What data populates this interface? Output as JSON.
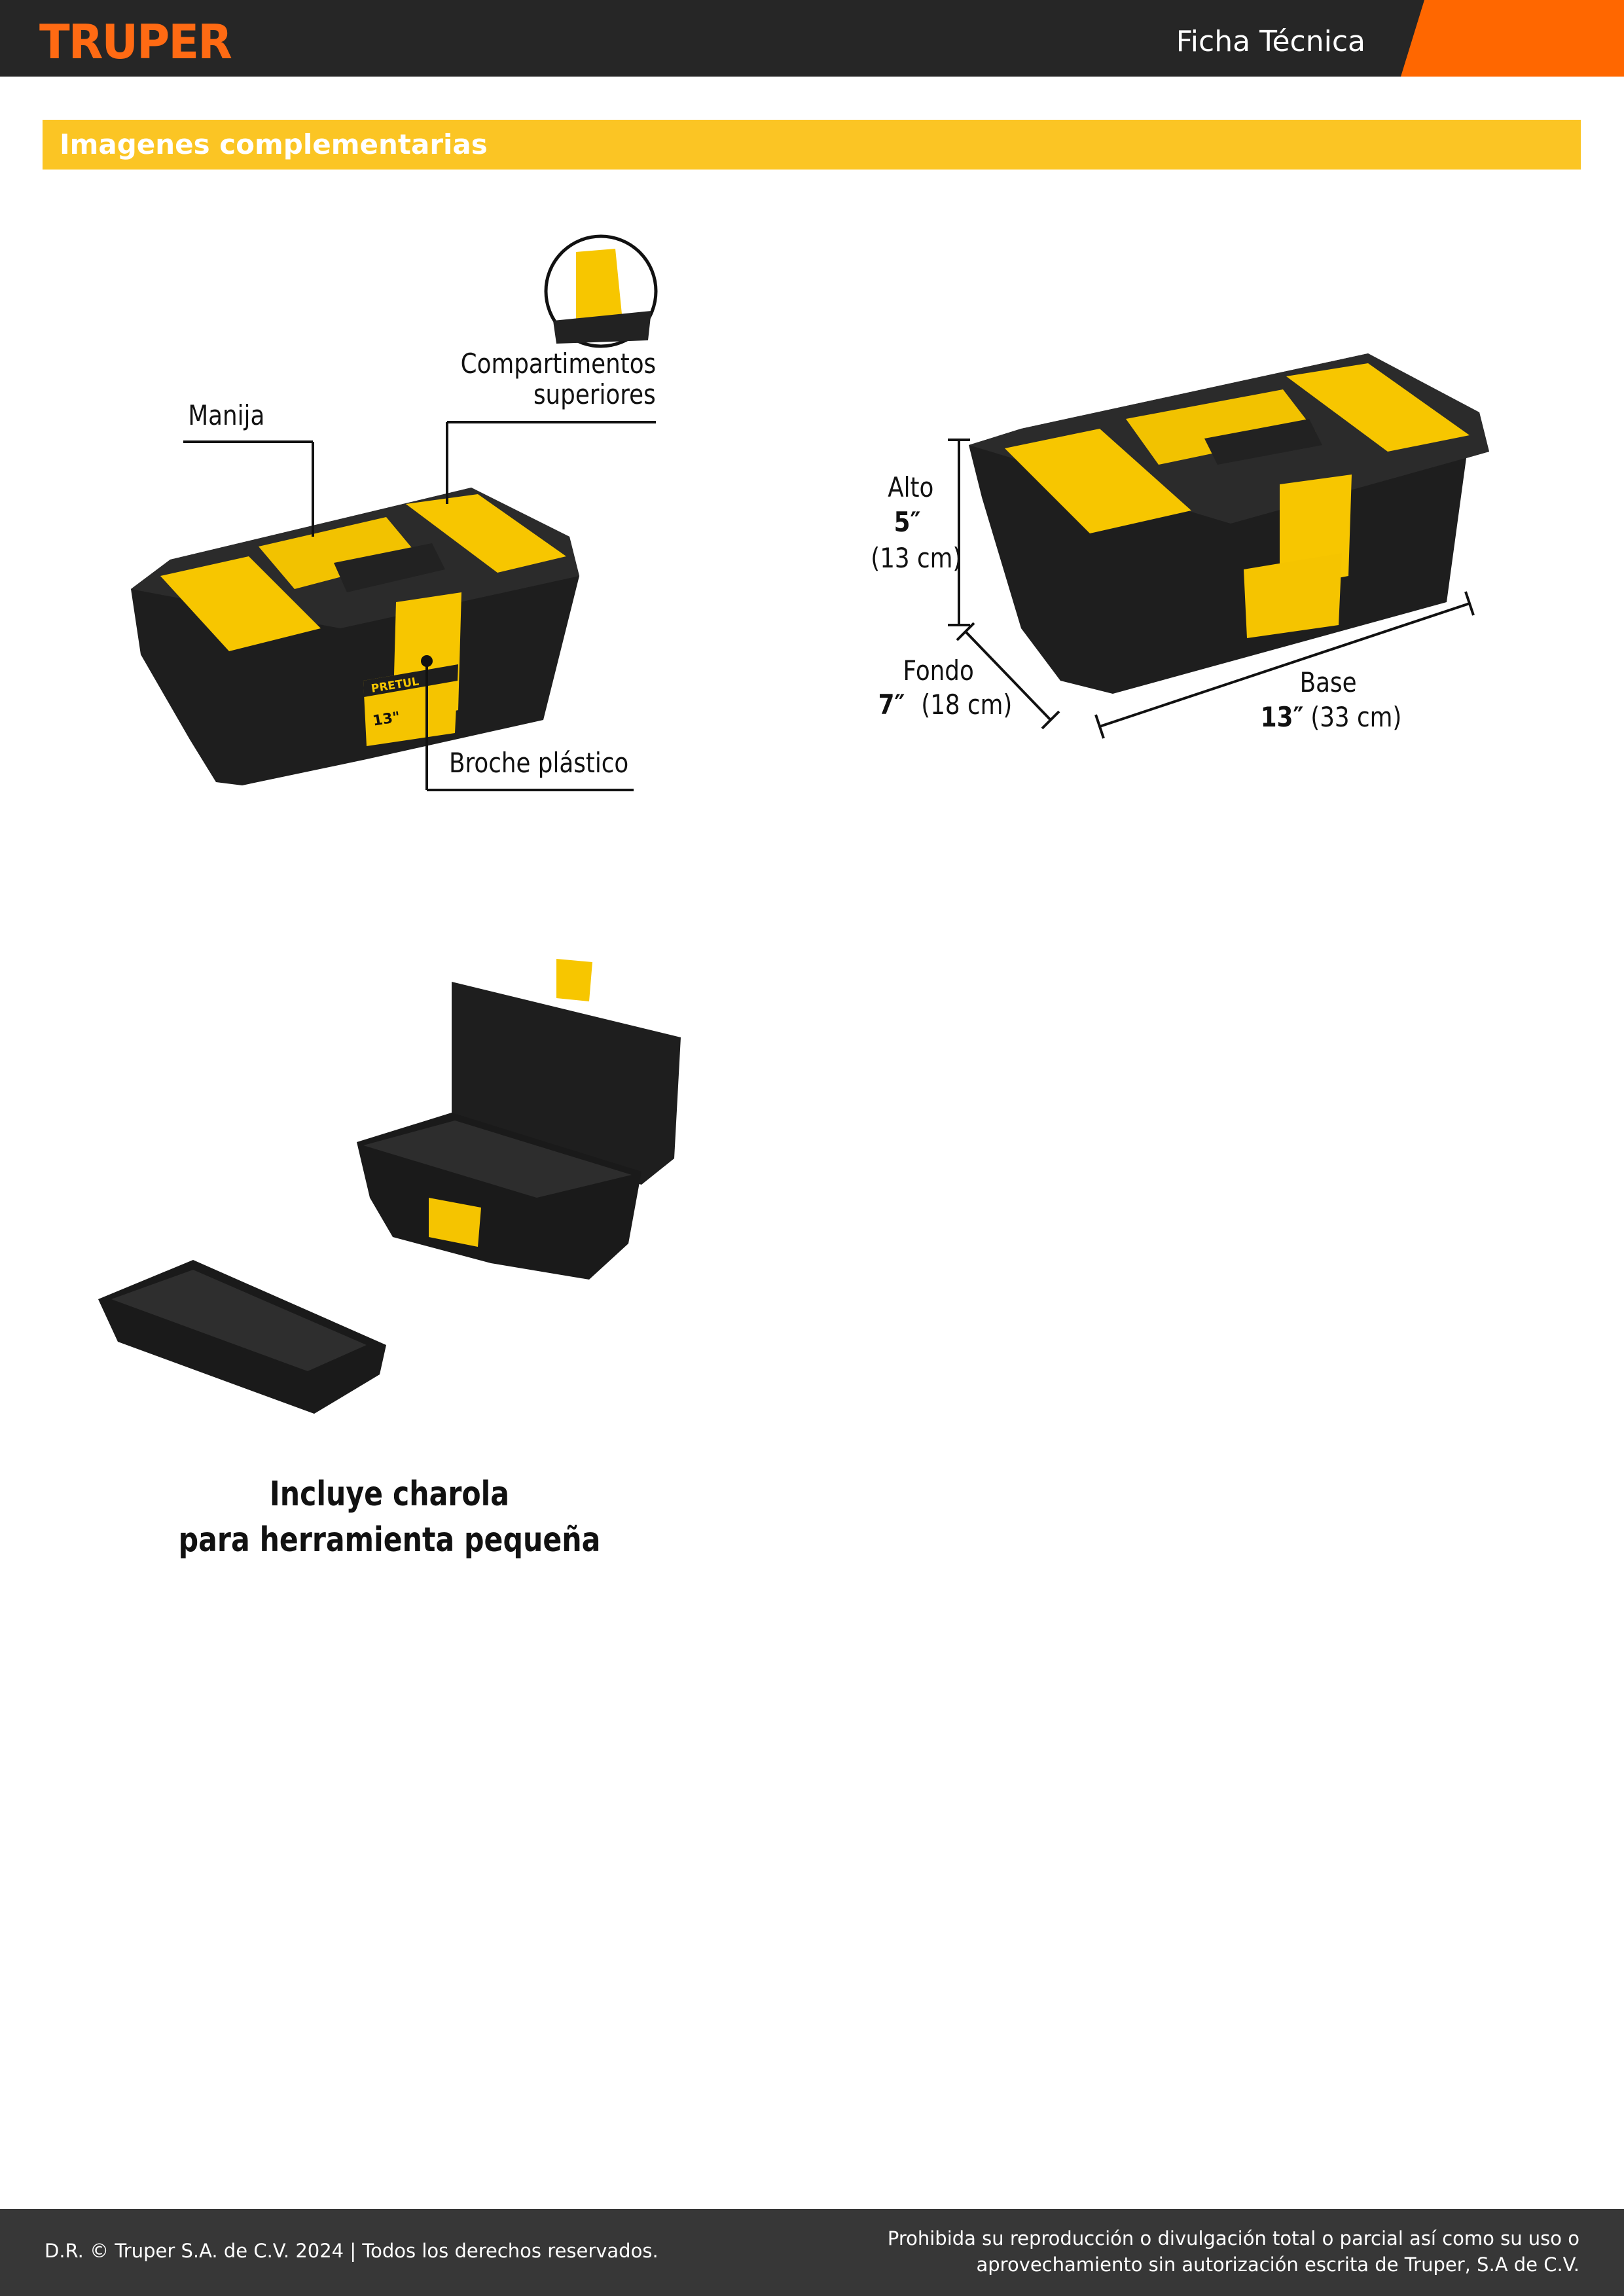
{
  "header": {
    "logo": "TRUPER",
    "title": "Ficha Técnica"
  },
  "section": {
    "title": "Imagenes complementarias"
  },
  "figure1": {
    "labels": {
      "handle": "Manija",
      "compartments_line1": "Compartimentos",
      "compartments_line2": "superiores",
      "latch": "Broche plástico"
    },
    "brand": "PRETUL",
    "size": "13\""
  },
  "figure2": {
    "height_label": "Alto",
    "height_in": "5″",
    "height_cm": "(13 cm)",
    "depth_label": "Fondo",
    "depth_in": "7″",
    "depth_cm": "(18 cm)",
    "base_label": "Base",
    "base_in": "13″",
    "base_cm": "(33 cm)"
  },
  "figure3": {
    "caption_line1": "Incluye charola",
    "caption_line2": "para herramienta pequeña"
  },
  "footer": {
    "left": "D.R. © Truper S.A. de C.V. 2024 | Todos los derechos reservados.",
    "right_line1": "Prohibida su reproducción o divulgación total o parcial así como su uso o",
    "right_line2": "aprovechamiento sin autorización escrita de Truper, S.A de C.V."
  },
  "colors": {
    "header": "#262626",
    "accent": "#ff6700",
    "section": "#fbc524",
    "footer": "#373737"
  }
}
